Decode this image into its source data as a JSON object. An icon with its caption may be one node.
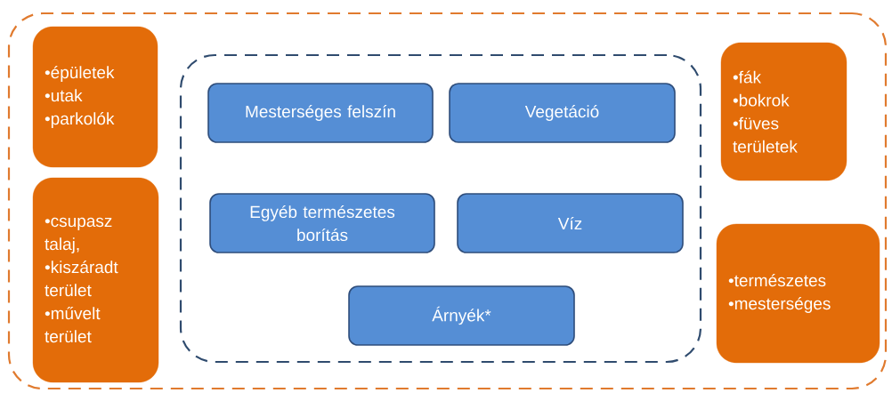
{
  "diagram": {
    "nodes": [
      {
        "text": [],
        "shape": "box"
      },
      {
        "text": [
          "•épületek",
          "•utak",
          "•parkolók"
        ],
        "in": 0
      },
      {
        "text": [
          "•csupasz talaj,",
          "•kiszáradt terület",
          "•művelt terület"
        ],
        "in": 0
      },
      {
        "text": [],
        "shape": "box",
        "in": 0
      },
      {
        "text": [
          "Mesterséges felszín"
        ],
        "in": 3
      },
      {
        "text": [
          "Vegetáció"
        ],
        "in": 3
      },
      {
        "text": [
          "Egyéb természetes borítás"
        ],
        "in": 3
      },
      {
        "text": [
          "Víz"
        ],
        "in": 3
      },
      {
        "text": [
          "Árnyék*"
        ],
        "in": 3
      },
      {
        "text": [
          "•fák",
          "•bokrok",
          "•füves területek"
        ],
        "in": 0
      },
      {
        "text": [
          "•természetes",
          "•mesterséges"
        ],
        "in": 0
      }
    ]
  }
}
